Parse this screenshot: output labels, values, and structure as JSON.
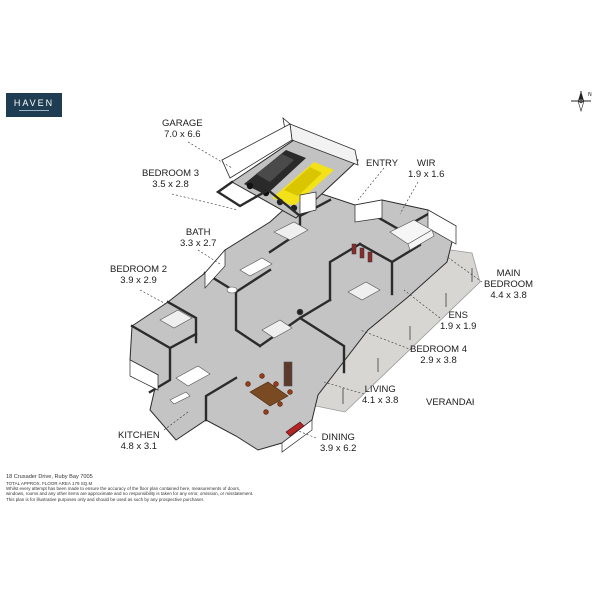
{
  "brand": {
    "name": "HAVEN"
  },
  "rooms": {
    "garage": {
      "name": "GARAGE",
      "size": "7.0 x 6.6"
    },
    "entry": {
      "name": "ENTRY"
    },
    "wir": {
      "name": "WIR",
      "size": "1.9 x 1.6"
    },
    "bedroom3": {
      "name": "BEDROOM 3",
      "size": "3.5 x 2.8"
    },
    "bath": {
      "name": "BATH",
      "size": "3.3 x 2.7"
    },
    "bedroom2": {
      "name": "BEDROOM 2",
      "size": "3.9 x 2.9"
    },
    "main": {
      "name1": "MAIN",
      "name2": "BEDROOM",
      "size": "4.4 x 3.8"
    },
    "ens": {
      "name": "ENS",
      "size": "1.9 x 1.9"
    },
    "bedroom4": {
      "name": "BEDROOM 4",
      "size": "2.9 x 3.8"
    },
    "living": {
      "name": "LIVING",
      "size": "4.1 x 3.8"
    },
    "veranda": {
      "name": "VERANDAH"
    },
    "kitchen": {
      "name": "KITCHEN",
      "size": "4.8 x 3.1"
    },
    "dining": {
      "name": "DINING",
      "size": "3.9 x 6.2"
    }
  },
  "footer": {
    "address": "18 Crusader Drive, Ruby Bay 7005",
    "area": "TOTAL APPROX. FLOOR AREA 179 SQ.M",
    "disclaimer1": "Whilst every attempt has been made to ensure the accuracy of the floor plan contained here, measurements of doors,",
    "disclaimer2": "windows, rooms and any other items are approximate and no responsibility is taken for any error, omission, or misstatement.",
    "disclaimer3": "This plan is for illustrative purposes only and should be used as such by any prospective purchaser."
  },
  "colors": {
    "brand": "#1f3d52",
    "floor": "#c4c4c4",
    "wall": "#ffffff",
    "wallEdge": "#2b2b2b",
    "veranda": "#d8d6d2",
    "car1": "#2a2a2a",
    "car2": "#f3e21a"
  }
}
